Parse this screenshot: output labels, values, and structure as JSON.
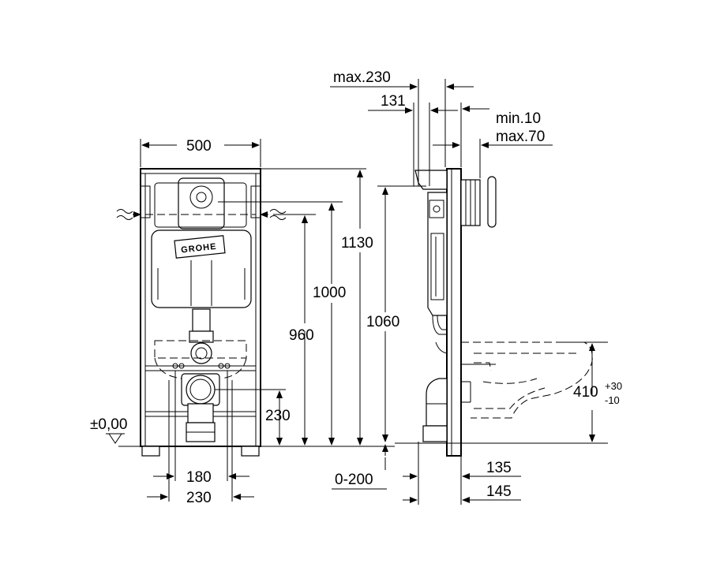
{
  "brand": "GROHE",
  "front": {
    "width": "500",
    "height_1130": "1130",
    "height_1000": "1000",
    "height_960": "960",
    "height_1060": "1060",
    "outlet_230": "230",
    "floor_level": "±0,00",
    "spacing_180": "180",
    "spacing_230": "230"
  },
  "side": {
    "max_230": "max.230",
    "d_131": "131",
    "min_10": "min.10",
    "max_70": "max.70",
    "adj_0_200": "0-200",
    "d_135": "135",
    "d_145": "145",
    "bowl_410": "410",
    "tol_plus": "+30",
    "tol_minus": "-10"
  }
}
